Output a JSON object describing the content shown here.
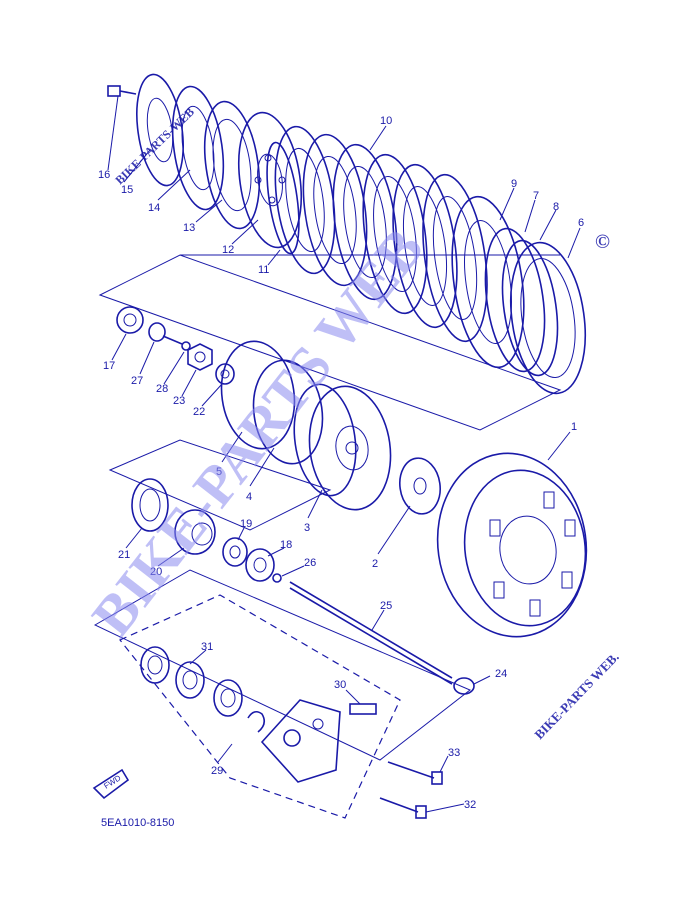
{
  "diagram": {
    "code": "5EA1010-8150",
    "fwd_label": "FWD",
    "watermark_main": "BIKE-PARTS WEB",
    "watermark_top": "BIKE-PARTS-WEB",
    "watermark_bottom": "BIKE-PARTS WEB.",
    "copyright": "©",
    "callouts": [
      "1",
      "2",
      "3",
      "4",
      "5",
      "6",
      "7",
      "8",
      "9",
      "10",
      "11",
      "12",
      "13",
      "14",
      "15",
      "16",
      "17",
      "18",
      "19",
      "20",
      "21",
      "22",
      "23",
      "24",
      "25",
      "26",
      "27",
      "28",
      "29",
      "30",
      "31",
      "32",
      "33"
    ]
  },
  "colors": {
    "ink": "#1a1aa8",
    "watermark": "#8c8cf0",
    "background": "#ffffff"
  }
}
